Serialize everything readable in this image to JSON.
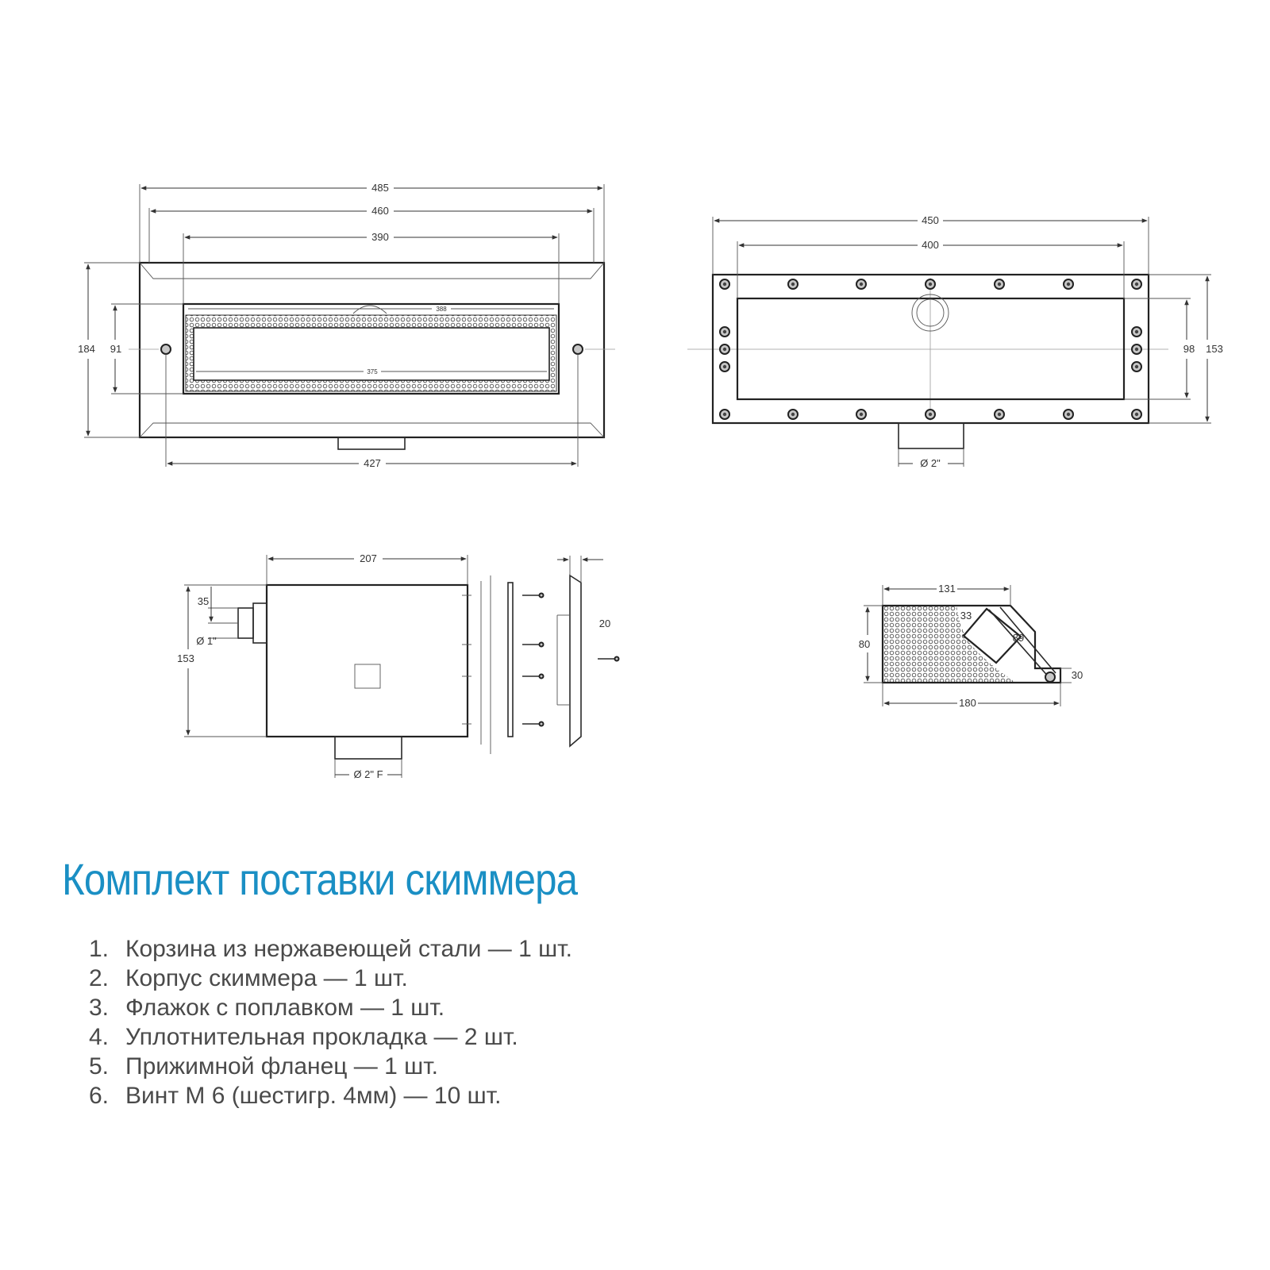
{
  "drawing": {
    "front_view": {
      "overall_width": "485",
      "frame_width": "460",
      "opening_width": "390",
      "basket_top_width": "388",
      "basket_inner_width": "375",
      "overall_height": "184",
      "opening_height": "91",
      "hole_spacing": "427"
    },
    "flange_view": {
      "overall_width": "450",
      "opening_width": "400",
      "opening_height": "98",
      "overall_height": "153",
      "outlet_diameter": "Ø 2\""
    },
    "side_view": {
      "body_depth": "207",
      "connector_offset": "35",
      "connector_diameter": "Ø 1\"",
      "body_height": "153",
      "outlet_diameter": "Ø 2\" F",
      "flange_thickness": "20"
    },
    "basket_view": {
      "top_length": "131",
      "height": "80",
      "bottom_length": "180",
      "step_height": "30",
      "float_dim_a": "33",
      "float_dim_b": "89"
    }
  },
  "kit": {
    "title": "Комплект поставки скиммера",
    "items": [
      {
        "num": "1.",
        "text": "Корзина из нержавеющей стали — 1 шт."
      },
      {
        "num": "2.",
        "text": "Корпус скиммера — 1 шт."
      },
      {
        "num": "3.",
        "text": "Флажок с поплавком — 1 шт."
      },
      {
        "num": "4.",
        "text": "Уплотнительная прокладка — 2 шт."
      },
      {
        "num": "5.",
        "text": "Прижимной фланец — 1 шт."
      },
      {
        "num": "6.",
        "text": "Винт М 6 (шестигр. 4мм) — 10 шт."
      }
    ]
  }
}
